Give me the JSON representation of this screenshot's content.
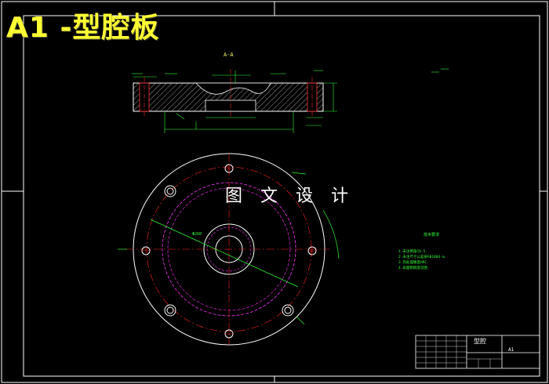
{
  "drawing": {
    "title": "A1 -型腔板",
    "section_label": "A-A",
    "watermark": "图 文 设 计"
  },
  "tech_requirements": {
    "title": "技术要求",
    "lines": [
      "1.未注倒角C0.5.",
      "2.未注尺寸公差按GB1804-m.",
      "3.热处理硬度HRC.",
      "4.表面粗糙度见图."
    ]
  },
  "title_block": {
    "name": "型腔",
    "code": "A1"
  },
  "colors": {
    "outline": "#ffffff",
    "centerline": "#ff2222",
    "dimension": "#33ff33",
    "hidden": "#ff33ff",
    "title": "#ffff33"
  }
}
